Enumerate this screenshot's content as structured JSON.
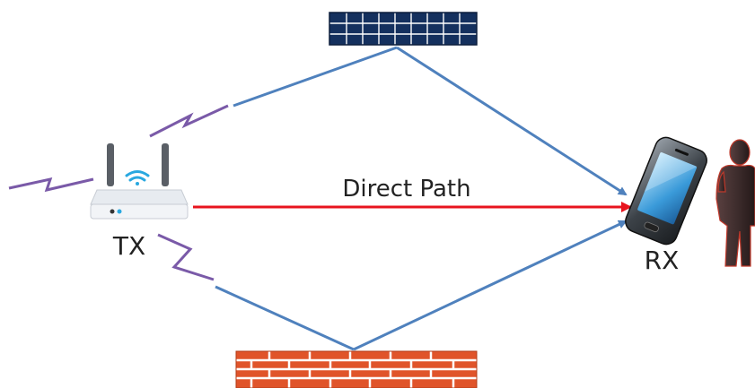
{
  "labels": {
    "tx": "TX",
    "rx": "RX",
    "direct_path": "Direct Path"
  },
  "colors": {
    "background": "#ffffff",
    "reflected_path": "#4f81bd",
    "direct_path": "#e8141e",
    "wireless_signal": "#7a5aa8",
    "wifi": "#29a8e0",
    "top_reflector": "#14305e",
    "bottom_reflector": "#e0542a",
    "router_body": "#f2f4f7",
    "person_silhouette": "#3a2a2a",
    "person_outline": "#c0392b"
  },
  "icons": {
    "transmitter": "wifi-router-icon",
    "receiver": "smartphone-icon",
    "user": "person-silhouette-icon",
    "top_reflector": "window-panel-icon",
    "bottom_reflector": "brick-wall-icon"
  }
}
